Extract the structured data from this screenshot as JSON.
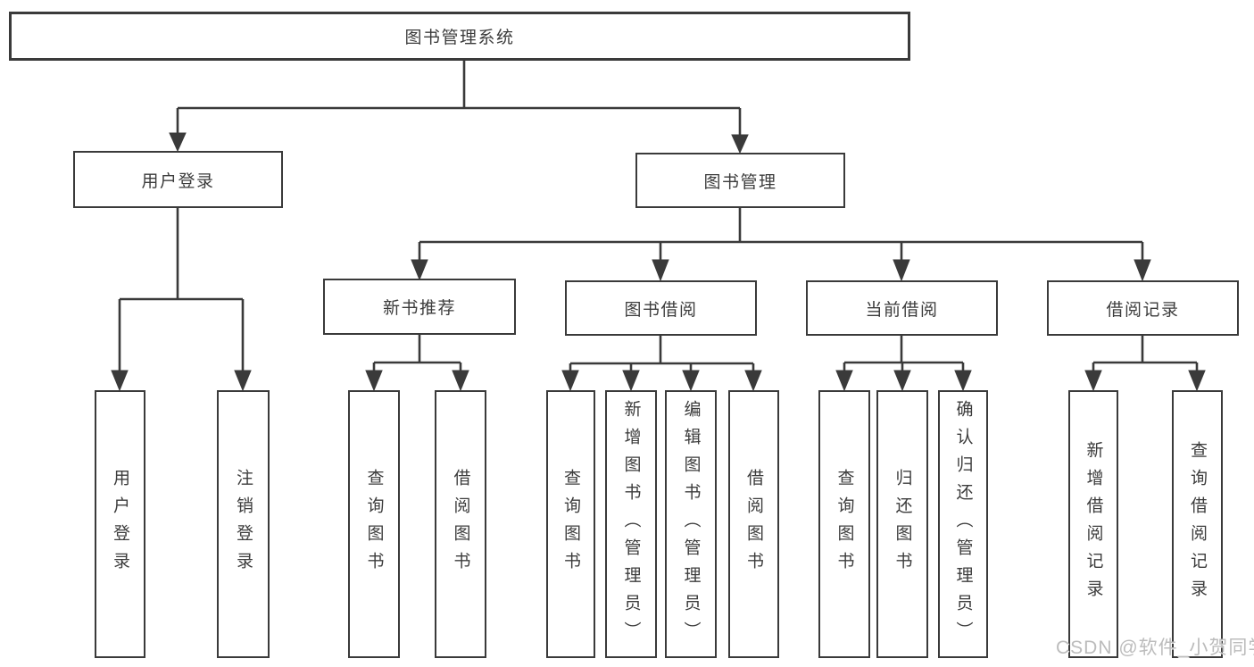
{
  "diagram": {
    "root": {
      "label": "图书管理系统"
    },
    "branches": [
      {
        "label": "用户登录",
        "children": [
          {
            "label": "用户登录"
          },
          {
            "label": "注销登录"
          }
        ]
      },
      {
        "label": "图书管理",
        "children": [
          {
            "label": "新书推荐",
            "children": [
              {
                "label": "查询图书"
              },
              {
                "label": "借阅图书"
              }
            ]
          },
          {
            "label": "图书借阅",
            "children": [
              {
                "label": "查询图书"
              },
              {
                "label": "新增图书（管理员）"
              },
              {
                "label": "编辑图书（管理员）"
              },
              {
                "label": "借阅图书"
              }
            ]
          },
          {
            "label": "当前借阅",
            "children": [
              {
                "label": "查询图书"
              },
              {
                "label": "归还图书"
              },
              {
                "label": "确认归还（管理员）"
              }
            ]
          },
          {
            "label": "借阅记录",
            "children": [
              {
                "label": "新增借阅记录"
              },
              {
                "label": "查询借阅记录"
              }
            ]
          }
        ]
      }
    ]
  },
  "watermark": {
    "text": "CSDN @软件_小贺同学"
  },
  "colors": {
    "line": "#3a3a3a",
    "text": "#3c3c3c",
    "background": "#ffffff",
    "watermark": "#bcbcbc"
  }
}
